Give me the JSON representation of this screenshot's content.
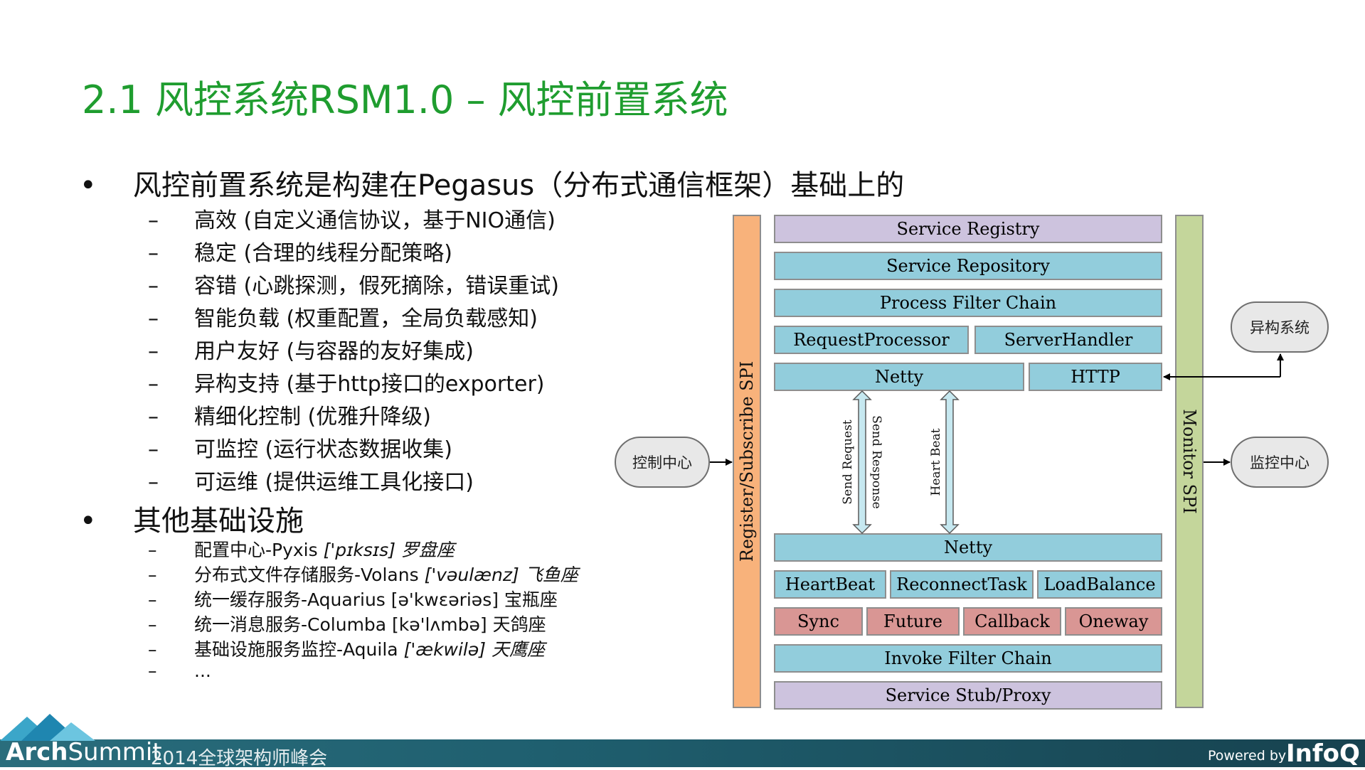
{
  "slide": {
    "title": "2.1 风控系统RSM1.0 – 风控前置系统",
    "bullet_marker": "•",
    "dash": "–",
    "bullet1": "风控前置系统是构建在Pegasus（分布式通信框架）基础上的",
    "bullet1_items": [
      "高效 (自定义通信协议，基于NIO通信)",
      "稳定 (合理的线程分配策略)",
      "容错 (心跳探测，假死摘除，错误重试)",
      "智能负载 (权重配置，全局负载感知)",
      "用户友好 (与容器的友好集成)",
      "异构支持 (基于http接口的exporter)",
      "精细化控制 (优雅升降级)",
      "可监控 (运行状态数据收集)",
      "可运维 (提供运维工具化接口)"
    ],
    "bullet2": "其他基础设施",
    "bullet2_items": [
      {
        "text": "配置中心-Pyxis ",
        "italic": "['pɪksɪs] 罗盘座"
      },
      {
        "text": "分布式文件存储服务-Volans ",
        "italic": "['vəulænz] 飞鱼座"
      },
      {
        "text": "统一缓存服务-Aquarius [ə'kwɛəriəs] 宝瓶座",
        "italic": ""
      },
      {
        "text": "统一消息服务-Columba  [kə'lʌmbə] 天鸽座",
        "italic": ""
      },
      {
        "text": "基础设施服务监控-Aquila ",
        "italic": "['ækwilə] 天鹰座"
      },
      {
        "text": "...",
        "italic": ""
      }
    ]
  },
  "diagram": {
    "service_registry": "Service Registry",
    "service_repository": "Service Repository",
    "process_filter_chain": "Process Filter Chain",
    "request_processor": "RequestProcessor",
    "server_handler": "ServerHandler",
    "netty_top": "Netty",
    "http": "HTTP",
    "send_request": "Send Request",
    "send_response": "Send Response",
    "heart_beat": "Heart Beat",
    "netty_bottom": "Netty",
    "heartbeat": "HeartBeat",
    "reconnect_task": "ReconnectTask",
    "load_balance": "LoadBalance",
    "sync": "Sync",
    "future": "Future",
    "callback": "Callback",
    "oneway": "Oneway",
    "invoke_filter_chain": "Invoke Filter Chain",
    "service_stub_proxy": "Service Stub/Proxy",
    "register_subscribe_spi": "Register/Subscribe SPI",
    "monitor_spi": "Monitor SPI",
    "control_center": "控制中心",
    "heterogeneous_system": "异构系统",
    "monitor_center": "监控中心",
    "colors": {
      "purple": "#cdc3de",
      "blue": "#92cddc",
      "red": "#d99694",
      "orange": "#f8b27b",
      "green": "#c4d69b",
      "arrow_fill": "#c6e8f0"
    }
  },
  "footer": {
    "brand_bold": "Arch",
    "brand_rest": "Summit",
    "subtitle": "2014全球架构师峰会",
    "powered_by": "Powered by",
    "infoq": "InfoQ"
  }
}
